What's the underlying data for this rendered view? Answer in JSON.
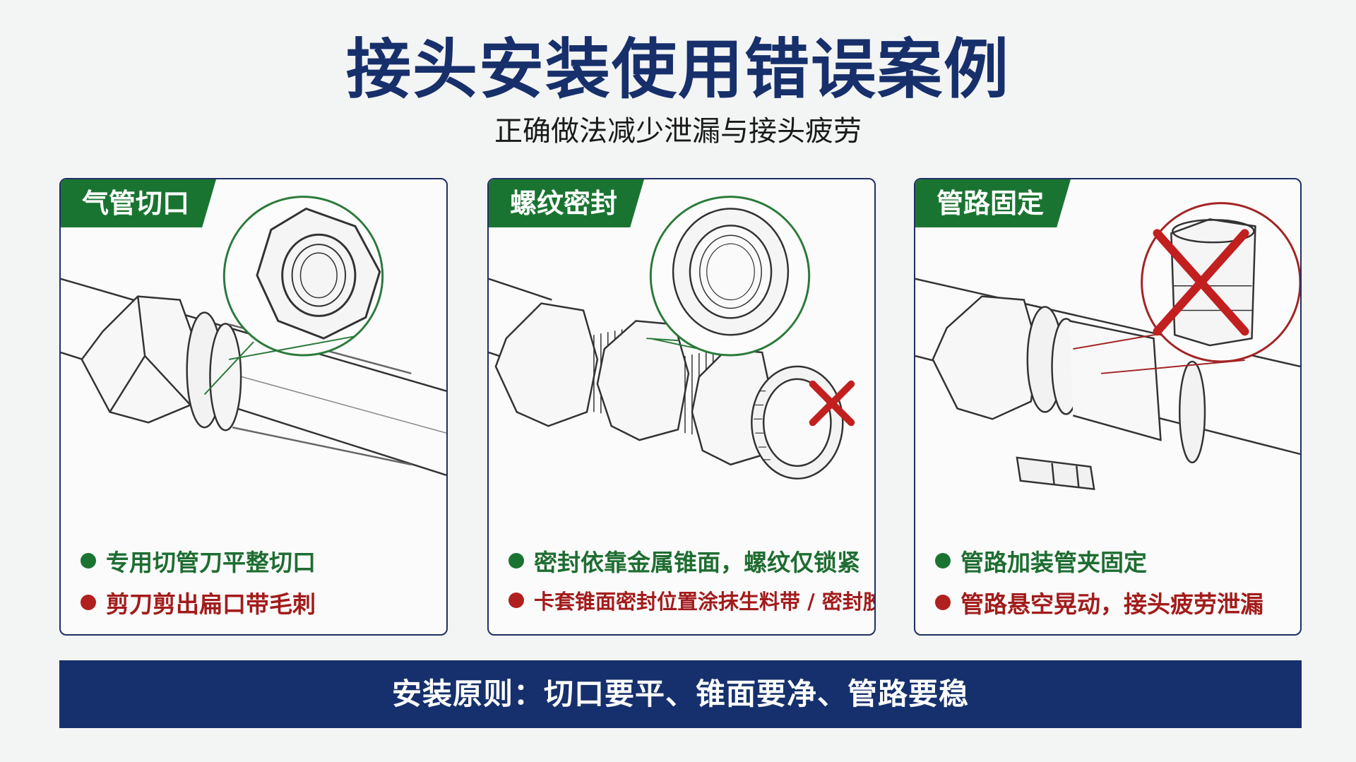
{
  "title": "接头安装使用错误案例",
  "subtitle": "正确做法减少泄漏与接头疲劳",
  "panels": [
    {
      "tag": "气管切口",
      "good": "专用切管刀平整切口",
      "bad": "剪刀剪出扁口带毛刺"
    },
    {
      "tag": "螺纹密封",
      "good": "密封依靠金属锥面，螺纹仅锁紧",
      "bad": "卡套锥面密封位置涂抹生料带 / 密封胶"
    },
    {
      "tag": "管路固定",
      "good": "管路加装管夹固定",
      "bad": "管路悬空晃动，接头疲劳泄漏"
    }
  ],
  "footer": "安装原则：切口要平、锥面要净、管路要稳",
  "colors": {
    "navy": "#17306b",
    "green": "#1a7431",
    "red": "#b0201f"
  },
  "icons": [
    "pipe-fitting-illustration",
    "magnifier-circle",
    "red-x-icon"
  ]
}
